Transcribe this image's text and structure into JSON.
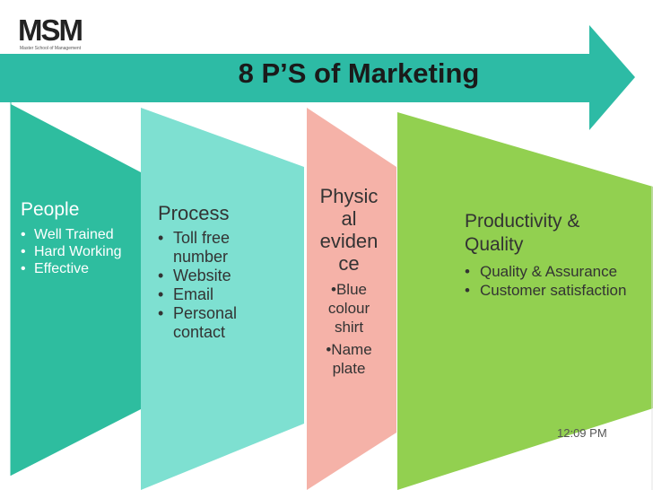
{
  "logo": {
    "text": "MSM",
    "subtitle": "Master School of Management"
  },
  "title": "8 P’S of Marketing",
  "colors": {
    "arrow": "#2dbba5",
    "people": "#2ebd9f",
    "process": "#7ee0d1",
    "physical": "#f5b2a8",
    "productivity": "#92d050"
  },
  "panels": {
    "people": {
      "title": "People",
      "items": [
        "Well Trained",
        "Hard Working",
        "Effective"
      ]
    },
    "process": {
      "title": "Process",
      "items": [
        "Toll free number",
        "Website",
        "Email",
        "Personal contact"
      ]
    },
    "physical": {
      "title": "Physic al eviden ce",
      "title_lines": [
        "Physic",
        "al",
        "eviden",
        "ce"
      ],
      "items": [
        "•Blue colour shirt",
        "•Name plate"
      ]
    },
    "productivity": {
      "title_lines": [
        "Productivity &",
        "Quality"
      ],
      "items": [
        "Quality & Assurance",
        "Customer satisfaction"
      ]
    }
  },
  "timestamp": "12:09 PM"
}
